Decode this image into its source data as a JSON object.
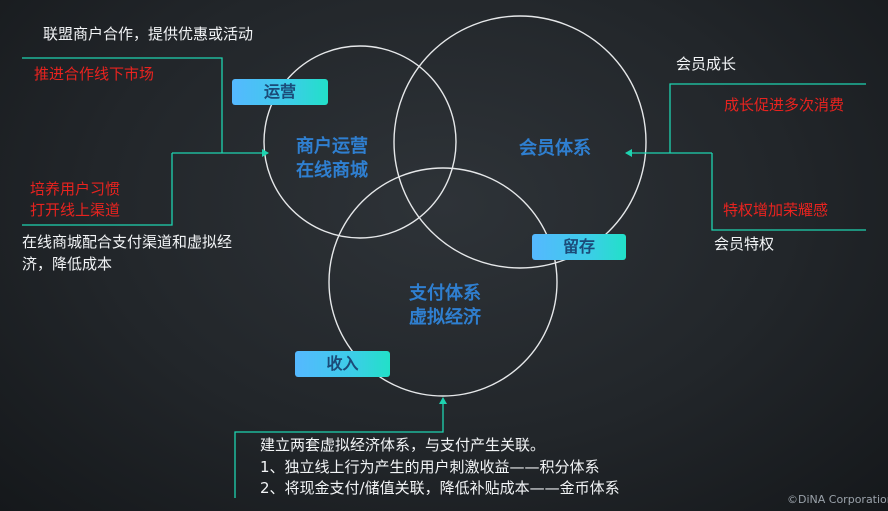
{
  "left_panel": {
    "top_text": "联盟商户合作，提供优惠或活动",
    "market_text": "推进合作线下市场",
    "habit_text_1": "培养用户习惯",
    "habit_text_2": "打开线上渠道",
    "mall_text_1": "在线商城配合支付渠道和虚拟经",
    "mall_text_2": "济，降低成本"
  },
  "right_panel": {
    "growth_title": "会员成长",
    "growth_text": "成长促进多次消费",
    "privilege_text": "特权增加荣耀感",
    "privilege_title": "会员特权"
  },
  "circles": {
    "merchant_line_1": "商户运营",
    "merchant_line_2": "在线商城",
    "member_label": "会员体系",
    "payment_line_1": "支付体系",
    "payment_line_2": "虚拟经济"
  },
  "badges": {
    "operation": "运营",
    "retention": "留存",
    "income": "收入"
  },
  "bottom_panel": {
    "line_1": "建立两套虚拟经济体系，与支付产生关联。",
    "line_2": "1、独立线上行为产生的用户刺激收益——积分体系",
    "line_3": "2、将现金支付/储值关联，降低补贴成本——金币体系"
  },
  "footer": {
    "copyright": "©DiNA Corporation"
  },
  "colors": {
    "connector": "#1ed3b0",
    "circle_stroke": "#e6e8ea",
    "badge_text": "#1b4a78",
    "center_text": "#2f7fd0",
    "red_text": "#e8231f"
  }
}
